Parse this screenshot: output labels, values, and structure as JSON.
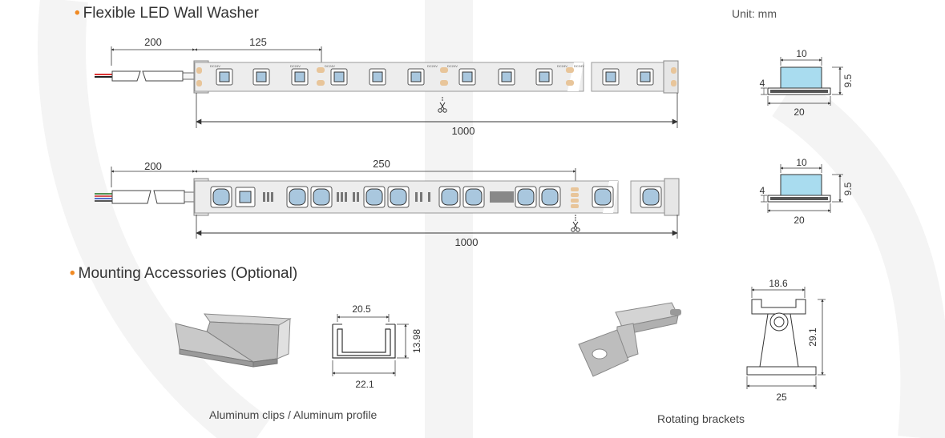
{
  "heading_washer": "Flexible LED Wall Washer",
  "heading_accessories": "Mounting Accessories (Optional)",
  "unit": "Unit: mm",
  "strip1": {
    "wire_length": "200",
    "pitch": "125",
    "total_length": "1000"
  },
  "strip2": {
    "wire_length": "200",
    "pitch": "250",
    "total_length": "1000"
  },
  "section1": {
    "top": "10",
    "height": "9.5",
    "base": "4",
    "bottom": "20"
  },
  "section2": {
    "top": "10",
    "height": "9.5",
    "base": "4",
    "bottom": "20"
  },
  "profile": {
    "top": "20.5",
    "height": "13.98",
    "bottom": "22.1"
  },
  "bracket": {
    "top": "18.6",
    "height": "29.1",
    "bottom": "25"
  },
  "caption_clips": "Aluminum clips / Aluminum profile",
  "caption_brackets": "Rotating brackets",
  "pcb_label": "DC24V",
  "colors": {
    "accent": "#f08a24",
    "led_blue": "#a9c7de",
    "pad_orange": "#e8c59a"
  }
}
